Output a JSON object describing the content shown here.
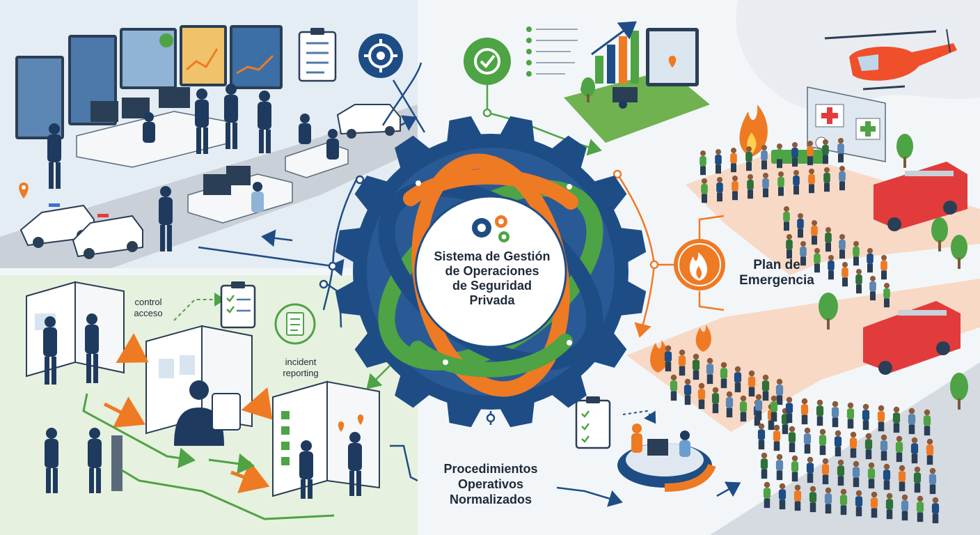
{
  "center": {
    "title_lines": [
      "Sistema de Gestión",
      "de Operaciones",
      "de Seguridad",
      "Privada"
    ]
  },
  "nodes": {
    "emergency": {
      "label_lines": [
        "Plan de",
        "Emergencia"
      ]
    },
    "procedures": {
      "label_lines": [
        "Procedimientos",
        "Operativos",
        "Normalizados"
      ]
    },
    "access_control": {
      "label_lines": [
        "control",
        "acceso"
      ]
    },
    "incident": {
      "label_lines": [
        "incident",
        "reporting"
      ]
    }
  },
  "icons": [
    "gear-icon",
    "checklist-icon",
    "fire-icon",
    "clipboard-icon",
    "map-pin-icon",
    "medical-cross-icon",
    "helicopter-icon",
    "fire-truck-icon",
    "police-car-icon"
  ],
  "colors": {
    "navy": "#1e4d85",
    "orange": "#ef7a24",
    "green": "#4ea344",
    "light_green_bg": "#e6f1df",
    "light_blue_bg": "#e4ecf4",
    "peach_path": "#f7d9c6",
    "road_gray": "#c9d0d8"
  }
}
